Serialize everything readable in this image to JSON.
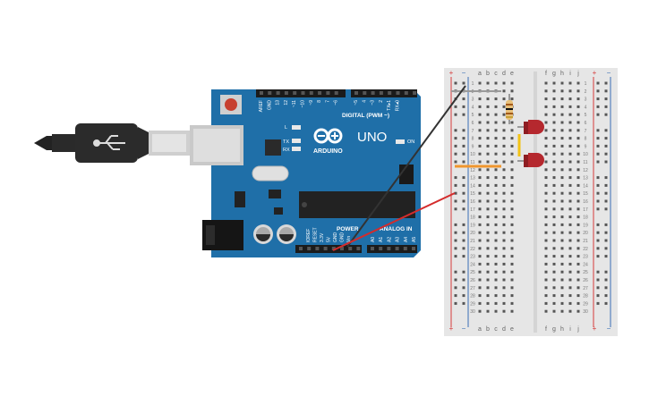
{
  "arduino": {
    "brand": "ARDUINO",
    "model": "UNO",
    "digital_label": "DIGITAL (PWM ~)",
    "power_label": "POWER",
    "analog_label": "ANALOG IN",
    "on_label": "ON",
    "led_l": "L",
    "led_tx": "TX",
    "led_rx": "RX",
    "top_pins": [
      "AREF",
      "GND",
      "13",
      "12",
      "~11",
      "~10",
      "~9",
      "8",
      "7",
      "~6",
      "~5",
      "4",
      "~3",
      "2",
      "TX▸1",
      "RX◂0"
    ],
    "power_pins": [
      "IOREF",
      "RESET",
      "3.3V",
      "5V",
      "GND",
      "GND",
      "Vin"
    ],
    "analog_pins": [
      "A0",
      "A1",
      "A2",
      "A3",
      "A4",
      "A5"
    ]
  },
  "breadboard": {
    "col_letters_left": [
      "a",
      "b",
      "c",
      "d",
      "e"
    ],
    "col_letters_right": [
      "f",
      "g",
      "h",
      "i",
      "j"
    ],
    "rail_plus": "+",
    "rail_minus": "−",
    "rows": 30
  },
  "colors": {
    "board": "#1f6fa8",
    "board_dark": "#185a8a",
    "wire_black": "#333333",
    "wire_red": "#d42c2c",
    "wire_orange": "#f0962e",
    "wire_yellow": "#f3c316",
    "led_red": "#b5282e",
    "rail_red": "#d53a3a",
    "rail_blue": "#3a6fb5"
  }
}
